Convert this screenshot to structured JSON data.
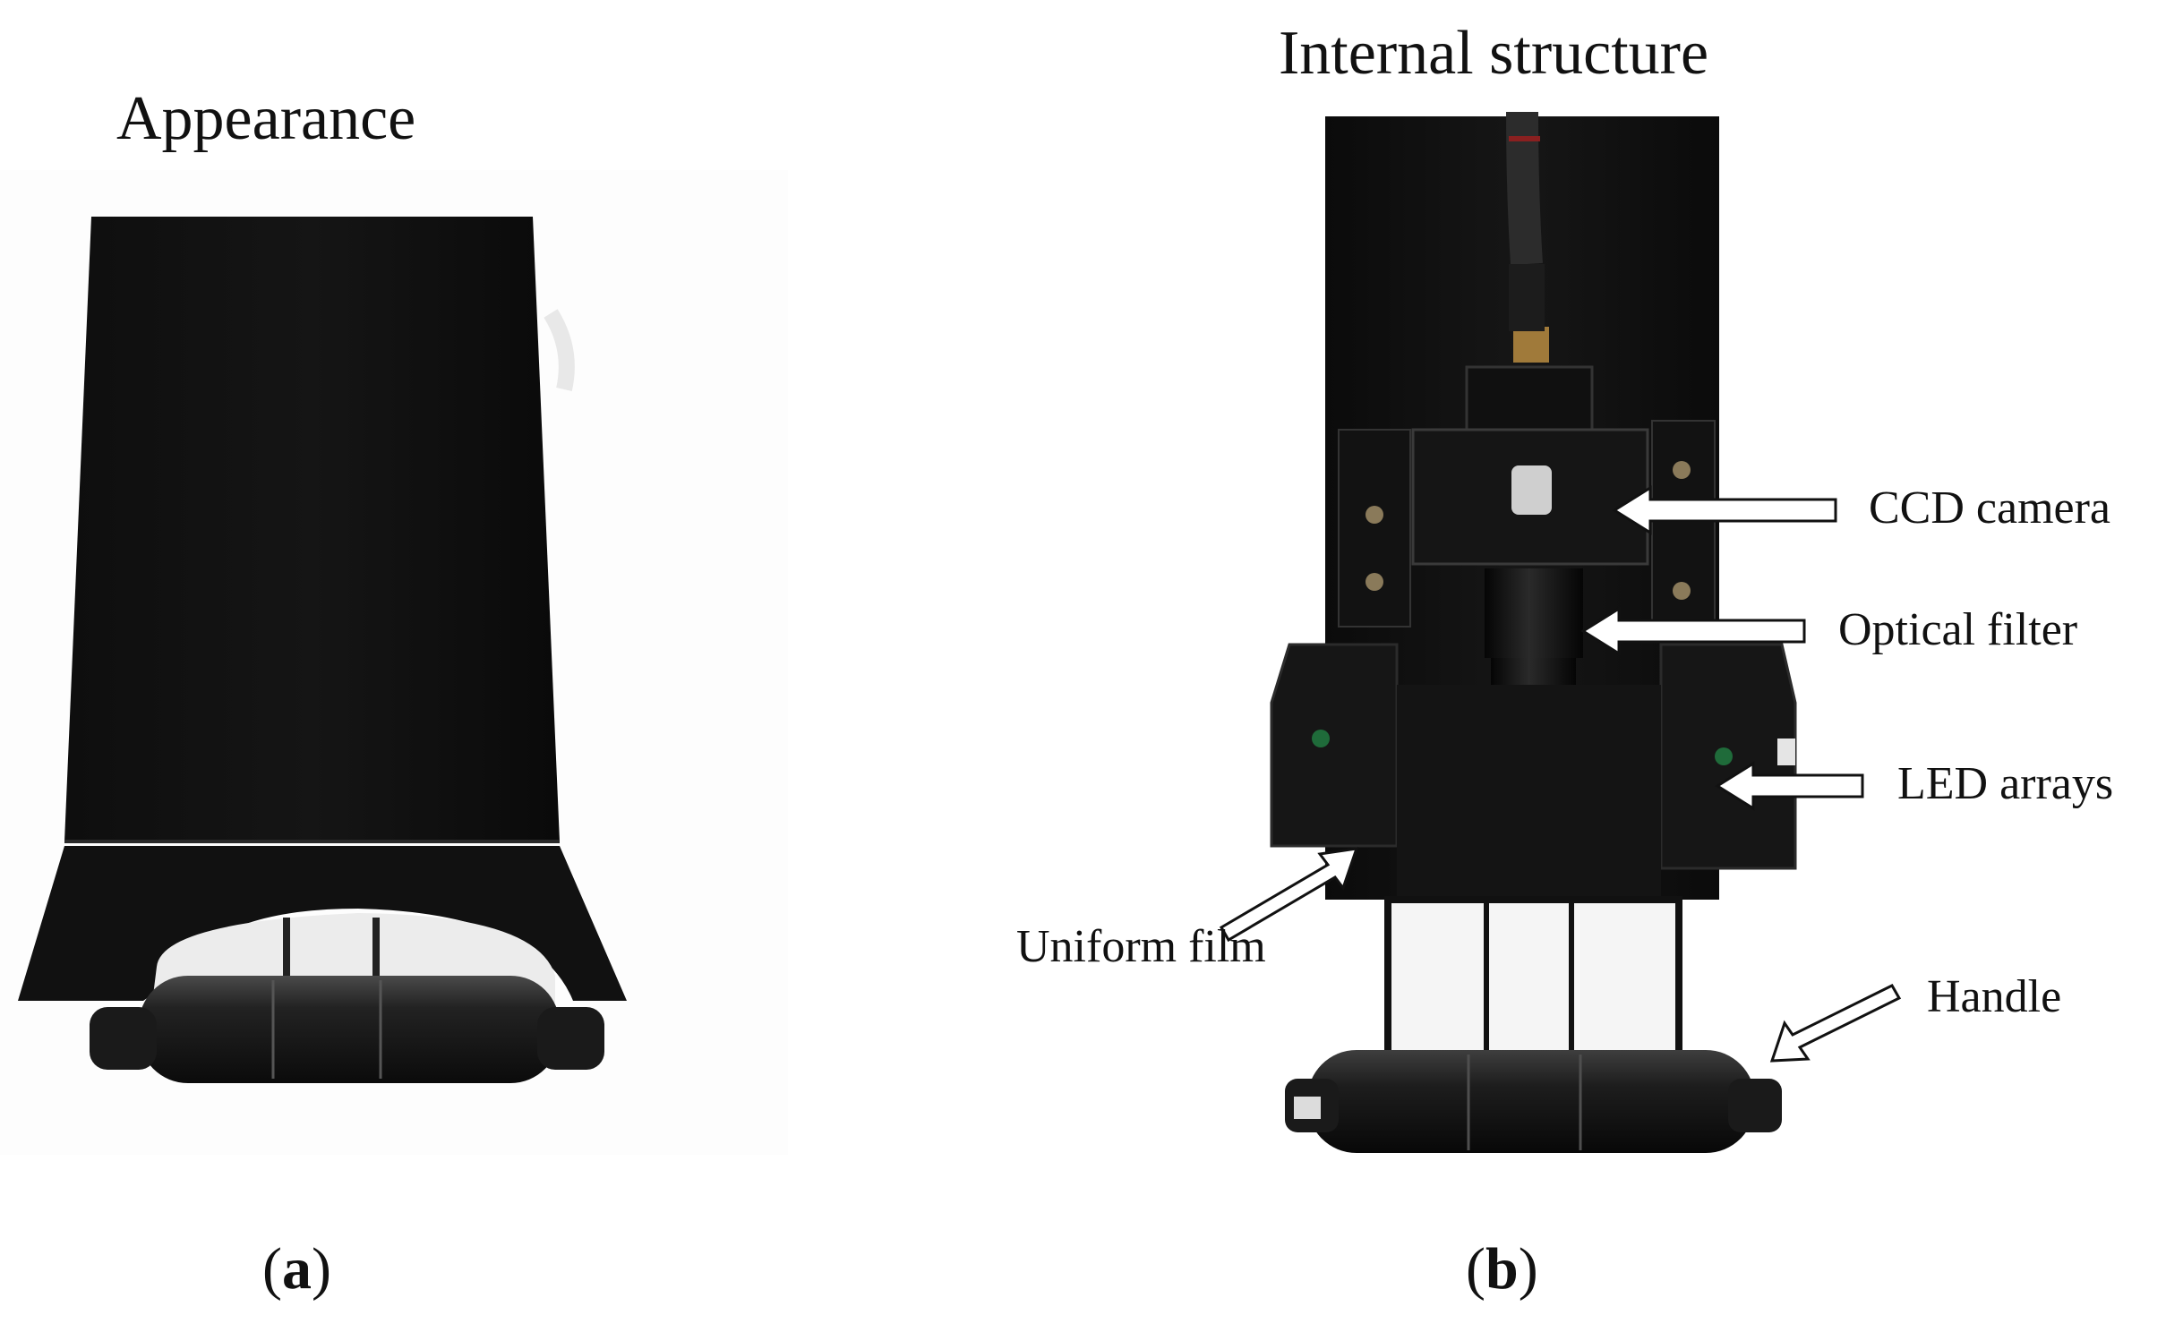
{
  "panel_a": {
    "title": "Appearance",
    "label_letter": "a"
  },
  "panel_b": {
    "title": "Internal structure",
    "label_letter": "b",
    "callouts": {
      "ccd_camera": "CCD camera",
      "optical_filter": "Optical filter",
      "led_arrays": "LED arrays",
      "uniform_film": "Uniform film",
      "handle": "Handle"
    }
  }
}
